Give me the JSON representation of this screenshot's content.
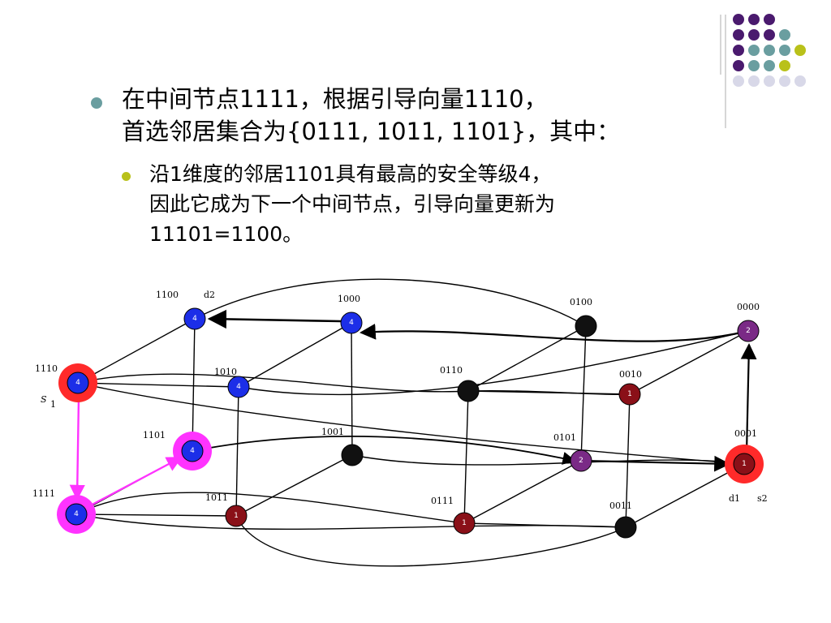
{
  "bullets": {
    "level1": {
      "line1": "在中间节点1111，根据引导向量1110，",
      "line2": "首选邻居集合为{0111, 1011, 1101}，其中："
    },
    "level2": {
      "line1": "沿1维度的邻居1101具有最高的安全等级4，",
      "line2": "因此它成为下一个中间节点，引导向量更新为",
      "line3": "11101=1100。"
    }
  },
  "colors": {
    "purple": "#4a1a6e",
    "teal": "#6a9ea0",
    "olive": "#b9c11a",
    "lavender": "#d8d8e8",
    "node_blue": "#1c2ee8",
    "node_black": "#111111",
    "node_darkred": "#8a1018",
    "node_purple": "#7a2a86",
    "halo_red": "#ff2a2a",
    "halo_magenta": "#ff33ff"
  },
  "diagram": {
    "nodes": [
      {
        "id": "n1110",
        "label": "1110",
        "level": "4",
        "color": "node_blue",
        "halo": "halo_red"
      },
      {
        "id": "n1100",
        "label": "1100",
        "level": "4",
        "color": "node_blue"
      },
      {
        "id": "n1000",
        "label": "1000",
        "level": "4",
        "color": "node_blue"
      },
      {
        "id": "n0100",
        "label": "0100",
        "level": "",
        "color": "node_black"
      },
      {
        "id": "n0000",
        "label": "0000",
        "level": "2",
        "color": "node_purple"
      },
      {
        "id": "n1010",
        "label": "1010",
        "level": "4",
        "color": "node_blue"
      },
      {
        "id": "n0110",
        "label": "0110",
        "level": "",
        "color": "node_black"
      },
      {
        "id": "n0010",
        "label": "0010",
        "level": "1",
        "color": "node_darkred"
      },
      {
        "id": "n1101",
        "label": "1101",
        "level": "4",
        "color": "node_blue",
        "halo": "halo_magenta"
      },
      {
        "id": "n1001",
        "label": "1001",
        "level": "",
        "color": "node_black"
      },
      {
        "id": "n0101",
        "label": "0101",
        "level": "2",
        "color": "node_purple"
      },
      {
        "id": "n0001",
        "label": "0001",
        "level": "1",
        "color": "node_darkred",
        "halo": "halo_red"
      },
      {
        "id": "n1111",
        "label": "1111",
        "level": "4",
        "color": "node_blue",
        "halo": "halo_magenta"
      },
      {
        "id": "n1011",
        "label": "1011",
        "level": "1",
        "color": "node_darkred"
      },
      {
        "id": "n0111",
        "label": "0111",
        "level": "1",
        "color": "node_darkred"
      },
      {
        "id": "n0011",
        "label": "0011",
        "level": "",
        "color": "node_black"
      }
    ],
    "tags": {
      "d2": "d2",
      "s1": "S",
      "s1_sub": "1",
      "d1": "d1",
      "s2": "s2"
    }
  }
}
